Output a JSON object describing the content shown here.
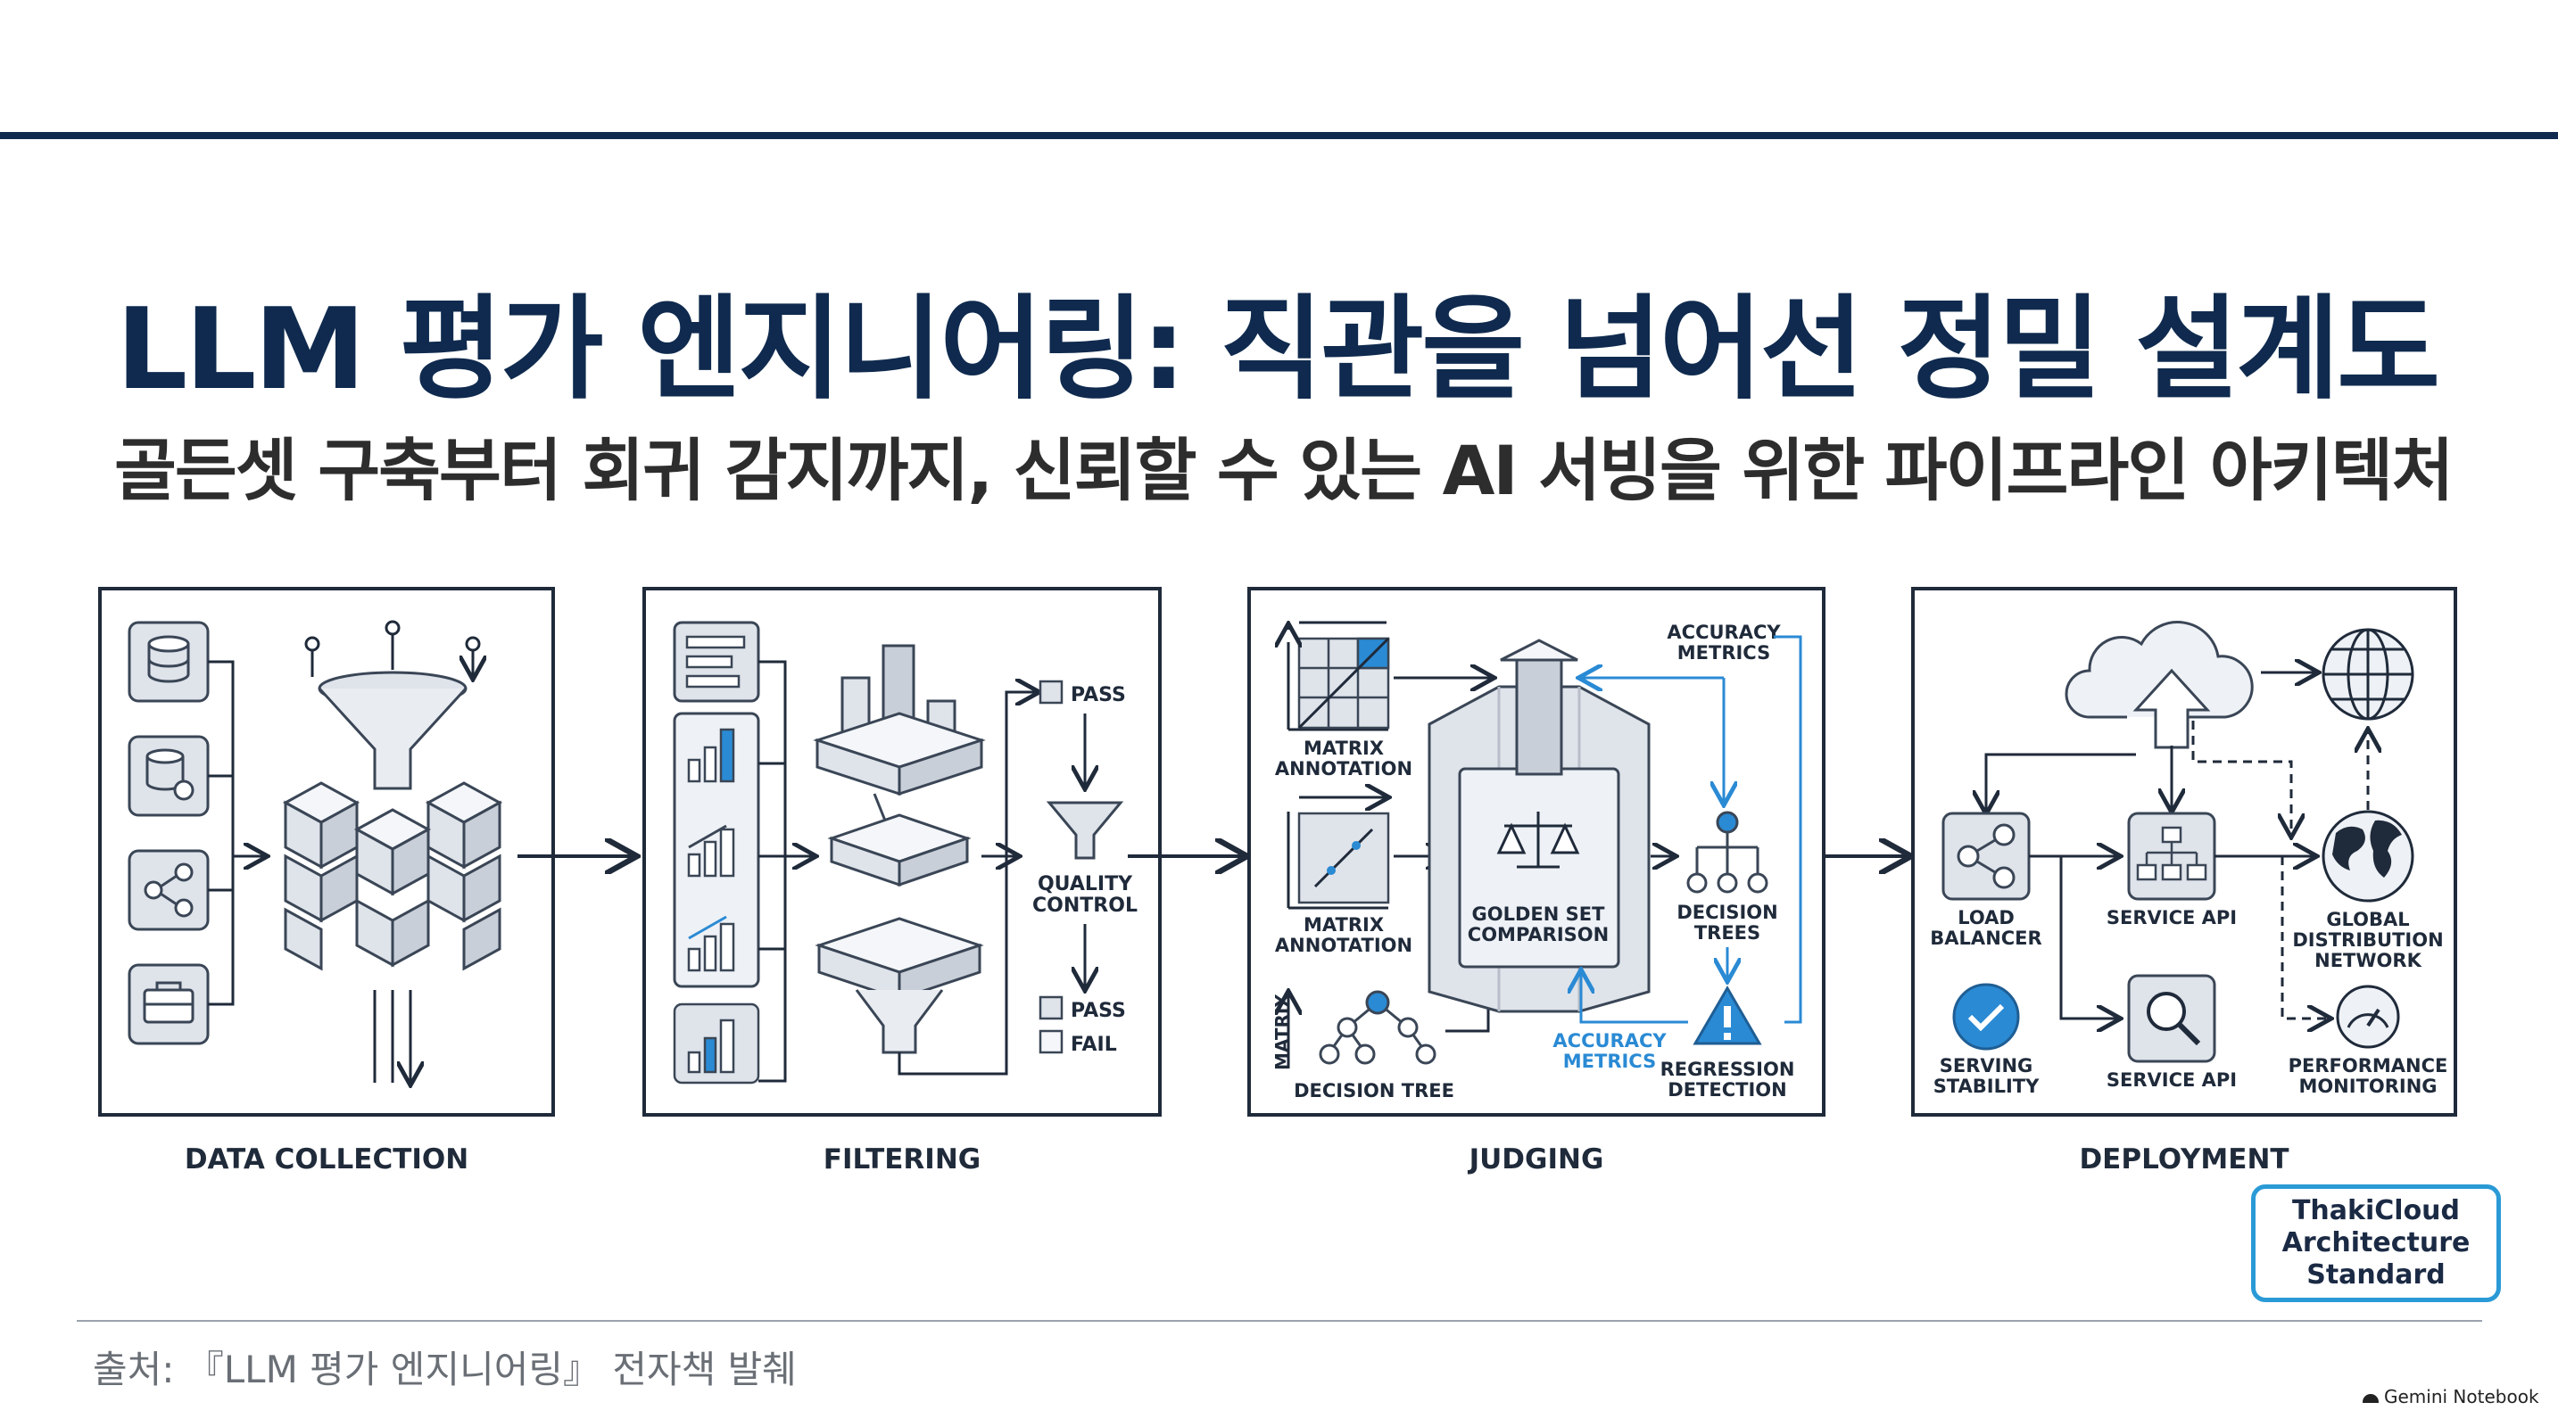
{
  "title": "LLM 평가 엔지니어링: 직관을 넘어선 정밀 설계도",
  "subtitle": "골든셋 구축부터 회귀 감지까지, 신뢰할 수 있는 AI 서빙을 위한 파이프라인 아키텍처",
  "stages": [
    {
      "label": "DATA COLLECTION"
    },
    {
      "label": "FILTERING"
    },
    {
      "label": "JUDGING"
    },
    {
      "label": "DEPLOYMENT"
    }
  ],
  "filtering": {
    "pass_top": "PASS",
    "quality_control": [
      "QUALITY",
      "CONTROL"
    ],
    "pass_bottom": "PASS",
    "fail": "FAIL"
  },
  "judging": {
    "matrix_annotation_1": [
      "MATRIX",
      "ANNOTATION"
    ],
    "matrix_annotation_2": [
      "MATRIX",
      "ANNOTATION"
    ],
    "matrix_vertical": "MATRIX",
    "decision_tree": "DECISION TREE",
    "accuracy_metrics_top": [
      "ACCURACY",
      "METRICS"
    ],
    "golden_set": [
      "GOLDEN SET",
      "COMPARISON"
    ],
    "decision_trees": [
      "DECISION",
      "TREES"
    ],
    "accuracy_metrics_bottom": [
      "ACCURACY",
      "METRICS"
    ],
    "regression": [
      "REGRESSION",
      "DETECTION"
    ]
  },
  "deployment": {
    "load_balancer": [
      "LOAD",
      "BALANCER"
    ],
    "service_api_1": "SERVICE API",
    "global_network": [
      "GLOBAL",
      "DISTRIBUTION",
      "NETWORK"
    ],
    "serving_stability": [
      "SERVING",
      "STABILITY"
    ],
    "service_api_2": "SERVICE API",
    "performance_monitoring": [
      "PERFORMANCE",
      "MONITORING"
    ]
  },
  "badge_lines": [
    "ThakiCloud",
    "Architecture",
    "Standard"
  ],
  "source": "출처: 『LLM 평가 엔지니어링』 전자책 발췌",
  "brand": "Gemini Notebook",
  "colors": {
    "navy": "#0f2a4e",
    "accent_blue": "#2a8ad4",
    "icon_gray": "#dfe3ea"
  }
}
